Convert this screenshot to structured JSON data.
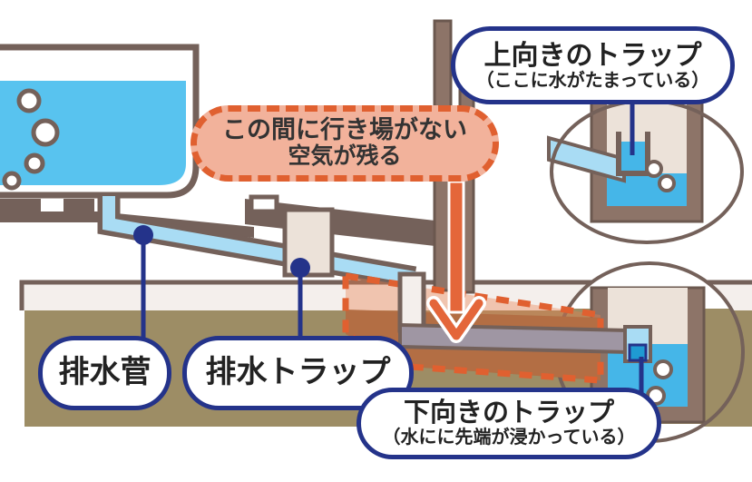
{
  "labels": {
    "upward_trap": {
      "title": "上向きのトラップ",
      "subtitle": "（ここに水がたまっている）"
    },
    "air_note": {
      "line1": "この間に行き場がない",
      "line2": "空気が残る"
    },
    "drain_pipe": {
      "label": "排水菅"
    },
    "drain_trap": {
      "label": "排水トラップ"
    },
    "downward_trap": {
      "title": "下向きのトラップ",
      "subtitle": "（水にに先端が浸かっている）"
    }
  },
  "colors": {
    "navy": "#24338a",
    "outline": "#74615a",
    "wall": "#8d7468",
    "tub_water": "#58c3ef",
    "inset_water": "#45b6e8",
    "pipe_water": "#a9dcf4",
    "pipe_air_gray": "#9f96a3",
    "soil": "#9d8d65",
    "soil_dark": "#91643f",
    "cream": "#ece2d9",
    "orange": "#e4663a",
    "dash_orange": "#e06030",
    "salmon": "#f2b29b"
  }
}
